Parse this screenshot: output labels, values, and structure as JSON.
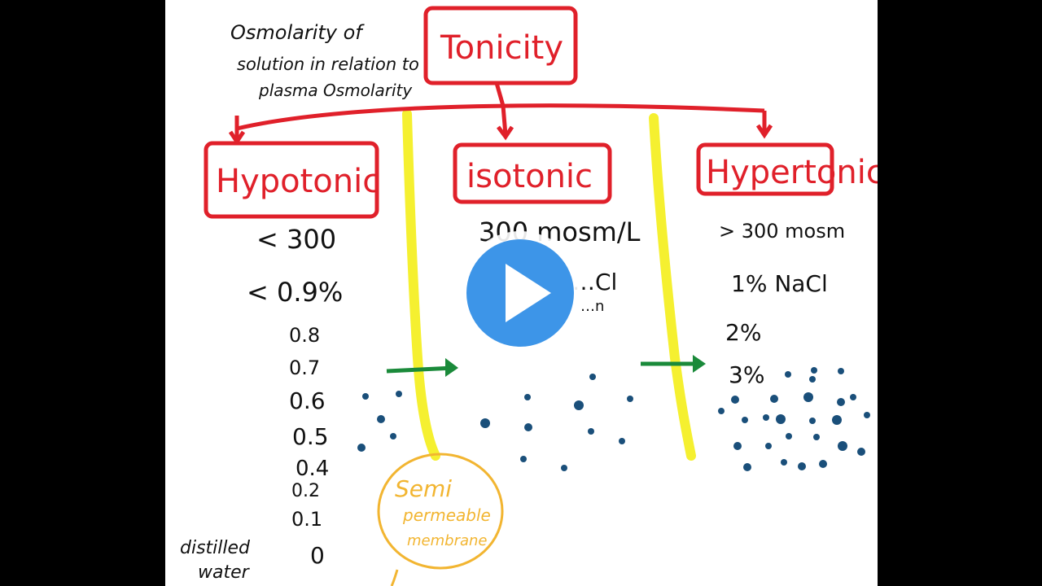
{
  "title": "Tonicity",
  "definition": [
    "Osmolarity of",
    "solution in relation to",
    "plasma Osmolarity"
  ],
  "categories": [
    {
      "label": "Hypotonic",
      "lines": [
        "< 300",
        "< 0.9%"
      ]
    },
    {
      "label": "isotonic",
      "lines": [
        "300 mosm/L",
        "…Cl",
        "…n"
      ]
    },
    {
      "label": "Hypertonic",
      "lines": [
        "> 300 mosm",
        "1% NaCl",
        "2%",
        "3%"
      ]
    }
  ],
  "hypotonic_scale": [
    "0.8",
    "0.7",
    "0.6",
    "0.5",
    "0.4",
    "0.2",
    "0.1",
    "0"
  ],
  "distilled_water": [
    "distilled",
    "water"
  ],
  "membrane_label": [
    "Semi",
    "permeable",
    "membrane"
  ],
  "colors": {
    "red": "#e0202a",
    "yellow": "#f5f030",
    "green": "#1a8a3a",
    "dot": "#1a4f7a",
    "orange": "#f2b531",
    "play": "#3d95e8"
  },
  "play_icon": "play-icon"
}
